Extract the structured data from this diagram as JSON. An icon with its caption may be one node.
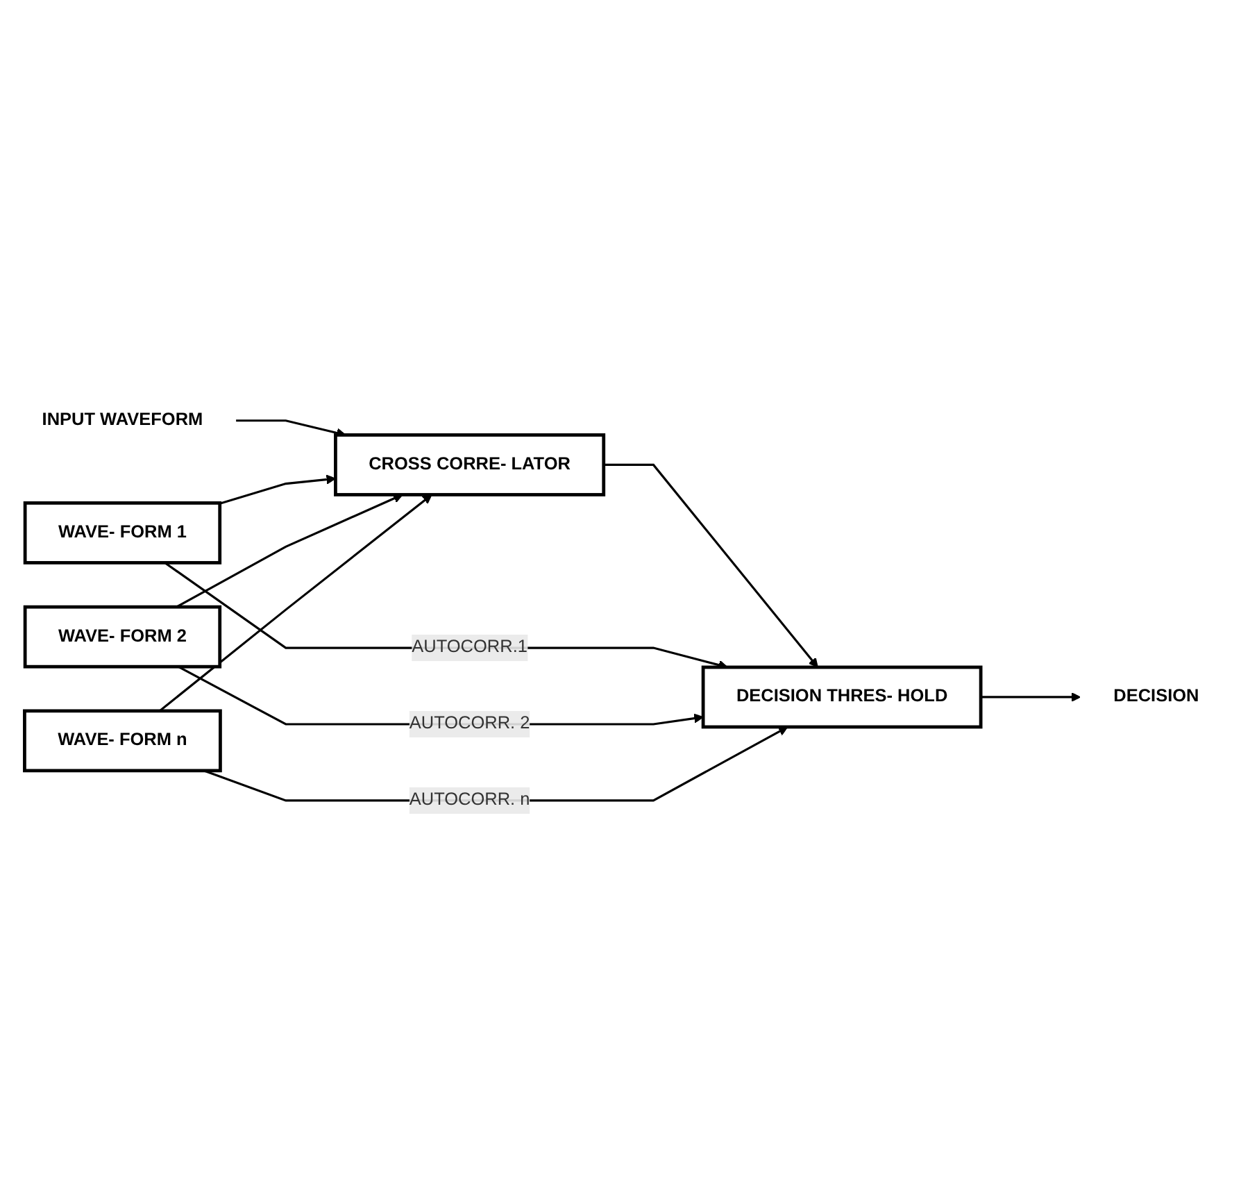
{
  "diagram": {
    "nodes": [
      {
        "text": [
          "INPUT WAVEFORM"
        ]
      },
      {
        "text": [
          "CROSS CORRE- LATOR"
        ]
      },
      {
        "text": [
          "DECISION THRES- HOLD"
        ]
      },
      {
        "text": [
          "DECISION"
        ]
      },
      {
        "text": [
          "WAVE- FORM 1"
        ]
      },
      {
        "text": [
          "WAVE- FORM 2"
        ]
      },
      {
        "text": [
          "WAVE- FORM n"
        ]
      }
    ],
    "edges": [
      {
        "from": 0,
        "to": 1,
        "arrow": "to"
      },
      {
        "from": 1,
        "to": 2,
        "arrow": "to"
      },
      {
        "from": 2,
        "to": 3,
        "arrow": "to"
      },
      {
        "from": 4,
        "to": 1,
        "arrow": "to"
      },
      {
        "from": 4,
        "to": 2,
        "arrow": "to",
        "label": "AUTOCORR.1"
      },
      {
        "from": 5,
        "to": 1,
        "arrow": "to"
      },
      {
        "from": 5,
        "to": 2,
        "arrow": "to",
        "label": "AUTOCORR. 2"
      },
      {
        "from": 6,
        "to": 1,
        "arrow": "to"
      },
      {
        "from": 6,
        "to": 2,
        "arrow": "to",
        "label": "AUTOCORR. n"
      }
    ]
  }
}
